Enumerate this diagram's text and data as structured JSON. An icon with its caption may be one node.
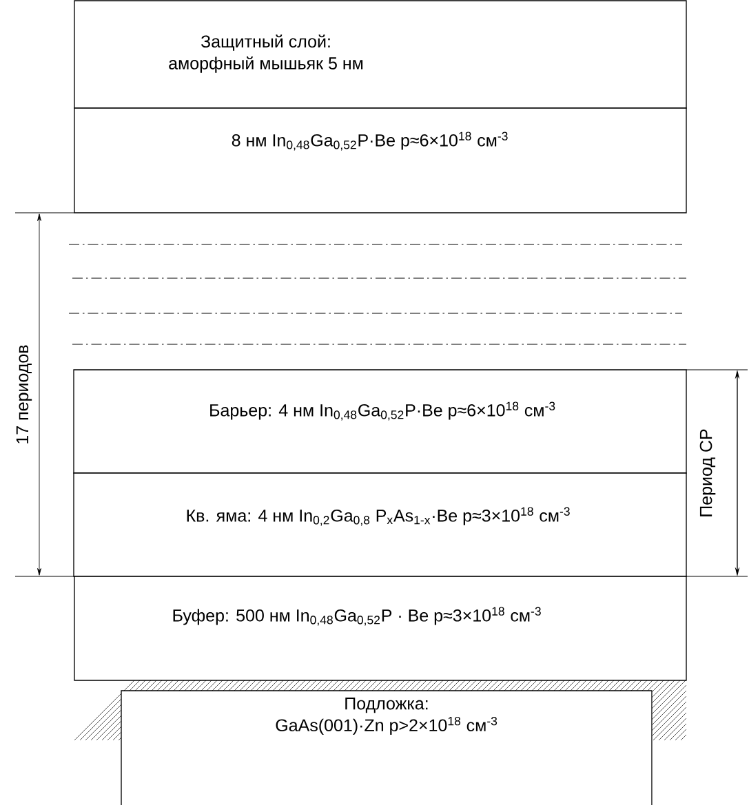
{
  "diagram": {
    "nodes": [
      {
        "text": [
          "Защитный слой:",
          "аморфный мышьяк 5 нм"
        ]
      },
      {
        "text": [
          "8 нм In$_{0,48}$Ga$_{0,52}$P·Be p≈6×10$^{18}$ см$^{-3}$"
        ]
      },
      {
        "text": [
          "Барьер: 4 нм In$_{0,48}$Ga$_{0,52}$P·Be p≈6×10$^{18}$ см$^{-3}$"
        ]
      },
      {
        "text": [
          "Кв. яма: 4 нм In$_{0,2}$Ga$_{0,8}$ P$_{x}$As$_{1-x}$·Be p≈3×10$^{18}$ см$^{-3}$"
        ]
      },
      {
        "text": [
          "Буфер: 500 нм In$_{0,48}$Ga$_{0,52}$P · Be p≈3×10$^{18}$ см$^{-3}$"
        ]
      },
      {
        "text": [
          "Подложка:",
          "GaAs(001)·Zn p>2×10$^{18}$ см$^{-3}$"
        ]
      }
    ],
    "labels": [
      "17 периодов",
      "Период СР"
    ]
  }
}
